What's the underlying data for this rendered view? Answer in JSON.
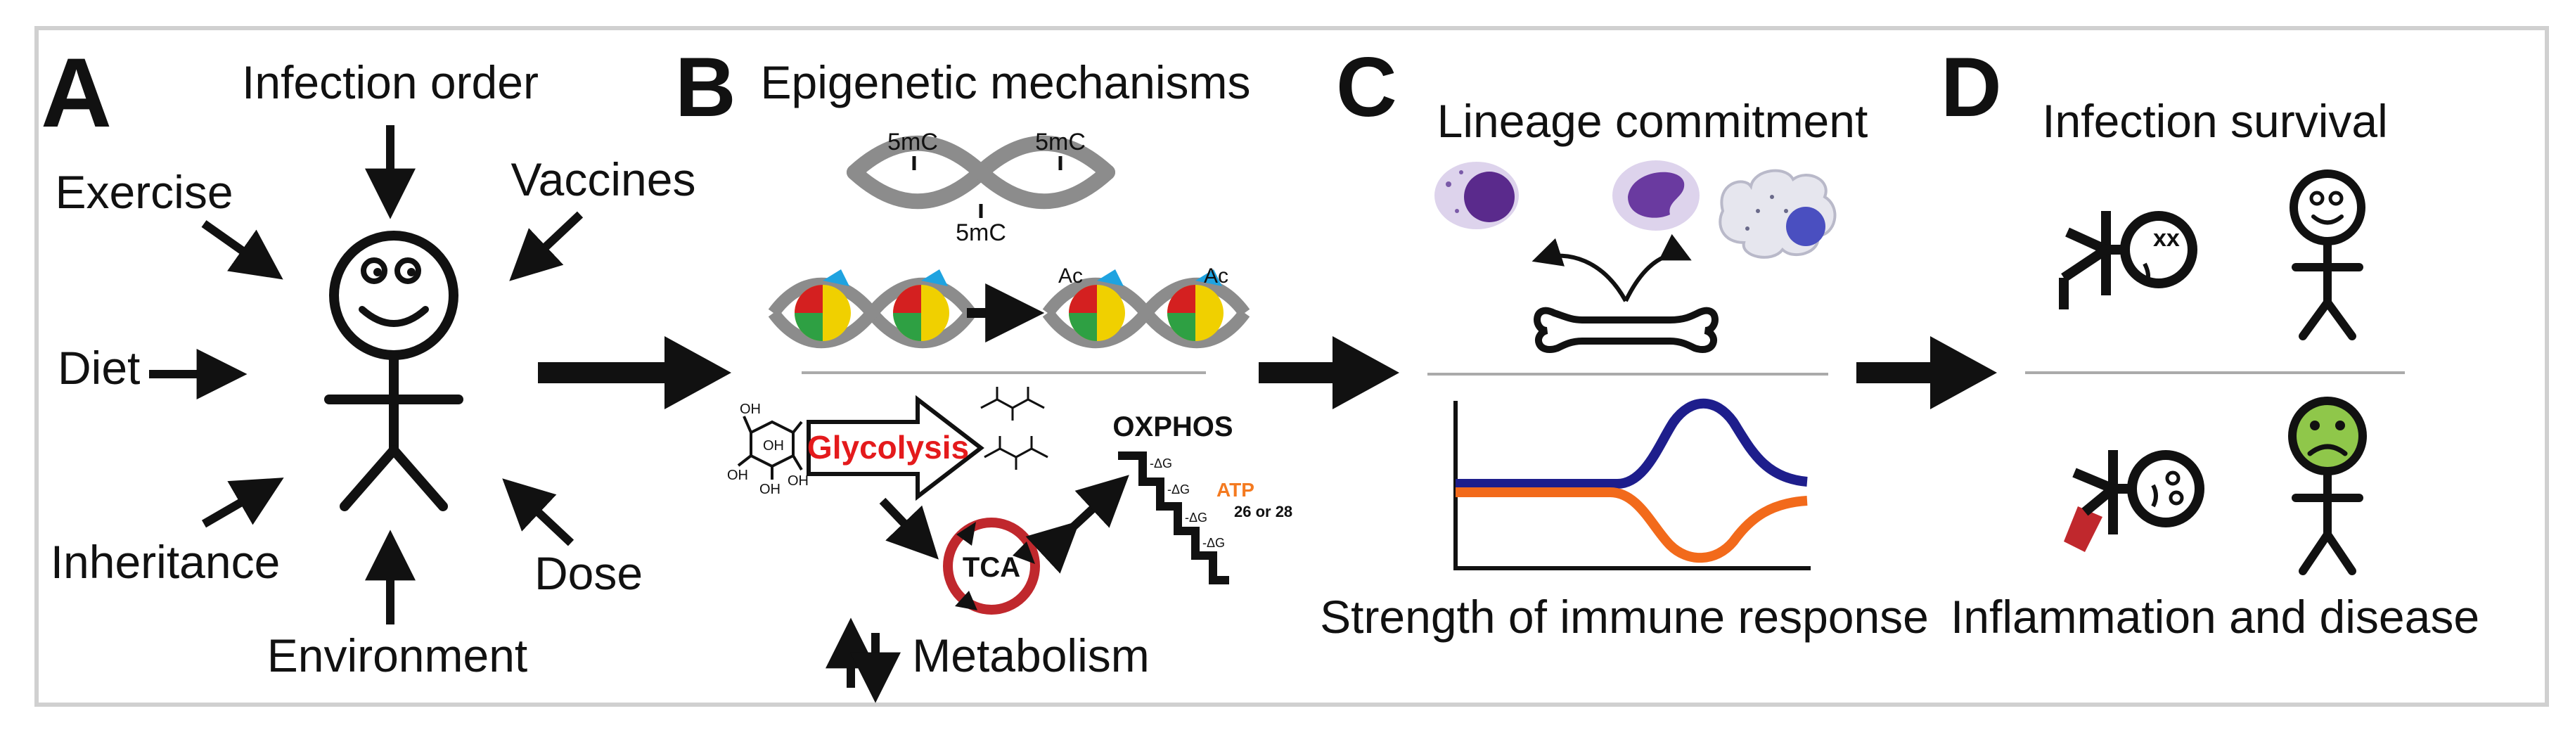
{
  "colors": {
    "ink": "#111111",
    "frame": "#d0d0d0",
    "dna": "#8c8c8c",
    "glycolysis_text": "#e41a1c",
    "tca_ring": "#c0282d",
    "atp": "#f47a20",
    "blue_curve": "#1e1e8c",
    "orange_curve": "#f26a1b",
    "sick_face": "#8fc74a",
    "wound": "#c0282d",
    "cell_purple": "#5a2a8c",
    "cell_light": "#cdbfe0",
    "macrophage_nucleus": "#4a4fc0"
  },
  "panels": {
    "a": {
      "letter": "A",
      "factors": {
        "infection_order": "Infection order",
        "vaccines": "Vaccines",
        "exercise": "Exercise",
        "diet": "Diet",
        "inheritance": "Inheritance",
        "dose": "Dose",
        "environment": "Environment"
      }
    },
    "b": {
      "letter": "B",
      "title": "Epigenetic mechanisms",
      "methyl_labels": [
        "5mC",
        "5mC",
        "5mC"
      ],
      "acetyl_labels": [
        "Ac",
        "Ac"
      ],
      "glycolysis": "Glycolysis",
      "tca": "TCA",
      "oxphos": "OXPHOS",
      "atp": "ATP",
      "atp_yield": "26 or 28",
      "delta_g": "-ΔG",
      "metabolism": "Metabolism",
      "glucose_oh": [
        "OH",
        "OH",
        "OH",
        "OH",
        "OH"
      ]
    },
    "c": {
      "letter": "C",
      "title": "Lineage commitment",
      "caption": "Strength of immune response"
    },
    "d": {
      "letter": "D",
      "top_label": "Infection survival",
      "bottom_label": "Inflammation and disease"
    }
  }
}
